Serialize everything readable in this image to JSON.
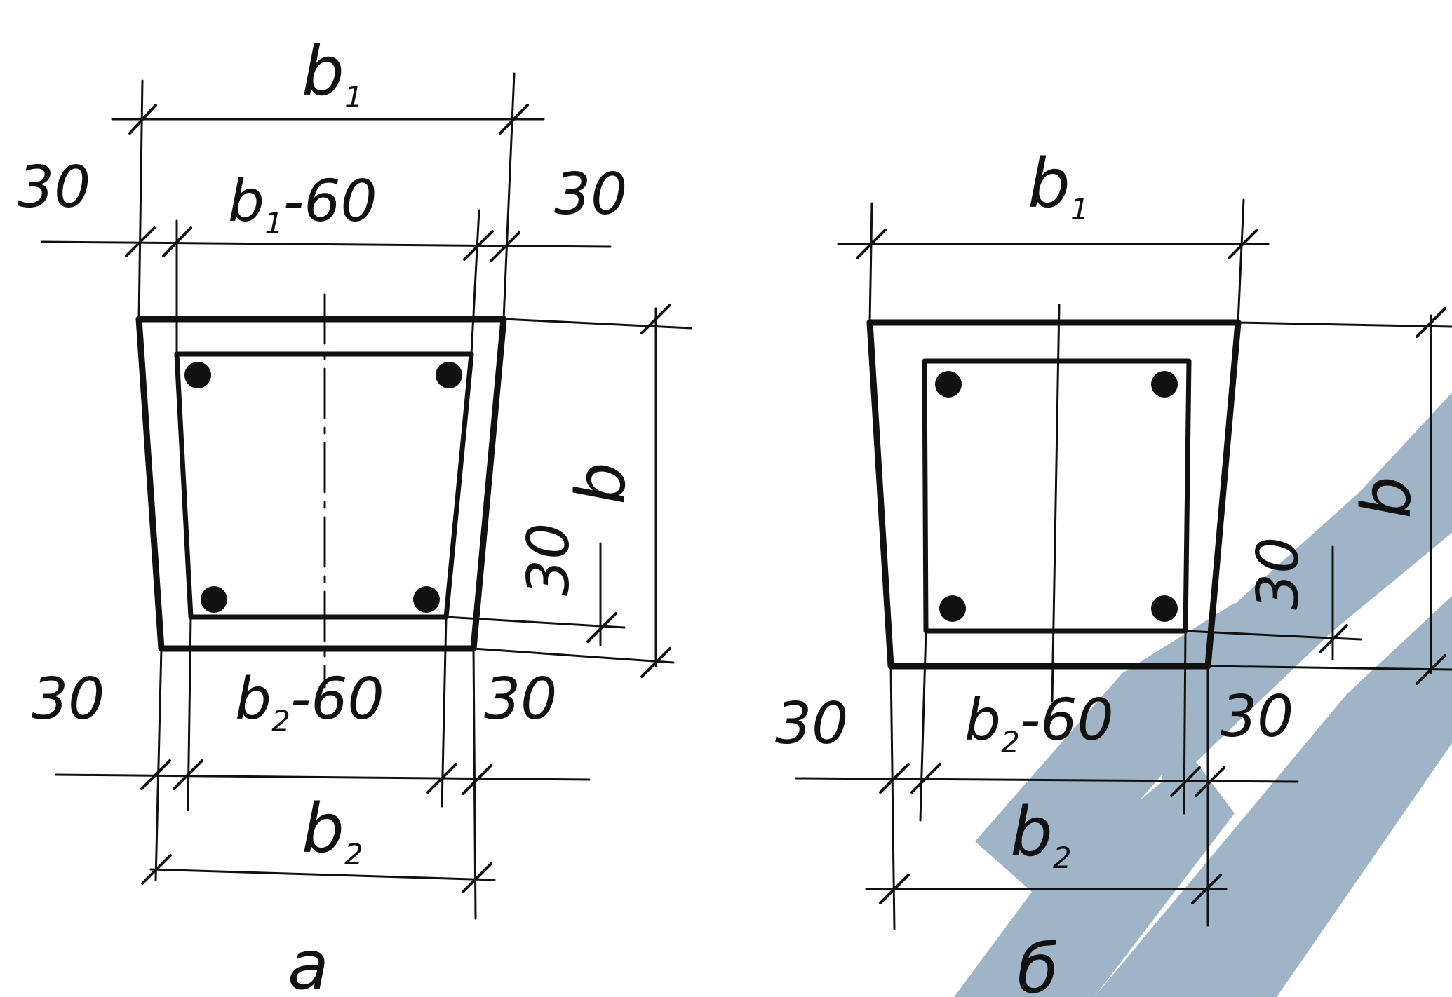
{
  "figure_a": {
    "top_width": "b",
    "top_width_sub": "1",
    "top_inner": "b",
    "top_inner_sub": "1",
    "top_inner_rest": "-60",
    "top_left_cover": "30",
    "top_right_cover": "30",
    "height": "b",
    "bottom_cover_vertical": "30",
    "bottom_left_cover": "30",
    "bottom_inner": "b",
    "bottom_inner_sub": "2",
    "bottom_inner_rest": "-60",
    "bottom_right_cover": "30",
    "bottom_width": "b",
    "bottom_width_sub": "2",
    "caption": "a"
  },
  "figure_b": {
    "top_width": "b",
    "top_width_sub": "1",
    "height": "b",
    "bottom_cover_vertical": "30",
    "bottom_left_cover": "30",
    "bottom_inner": "b",
    "bottom_inner_sub": "2",
    "bottom_inner_rest": "-60",
    "bottom_right_cover": "30",
    "bottom_width": "b",
    "bottom_width_sub": "2",
    "caption": "б"
  },
  "colors": {
    "line": "#111111",
    "watermark": "#9fb4c7"
  }
}
